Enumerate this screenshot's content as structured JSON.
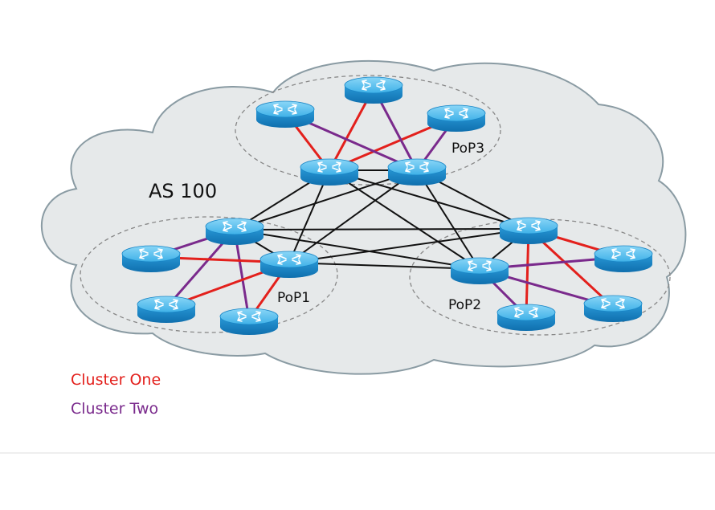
{
  "as_label": "AS 100",
  "pops": [
    {
      "id": "pop1",
      "label": "PoP1"
    },
    {
      "id": "pop2",
      "label": "PoP2"
    },
    {
      "id": "pop3",
      "label": "PoP3"
    }
  ],
  "legend": {
    "cluster_one": {
      "label": "Cluster One",
      "color": "#e3201c"
    },
    "cluster_two": {
      "label": "Cluster Two",
      "color": "#7a2a8c"
    }
  },
  "colors": {
    "cloud_fill": "#e6e9ea",
    "cloud_stroke": "#8a9ba3",
    "mesh_link": "#111111",
    "router_body": "#1d8fd0",
    "router_top": "#5cc0ef"
  },
  "routers": [
    {
      "id": "r3a",
      "pop": "pop3",
      "role": "route-reflector"
    },
    {
      "id": "r3b",
      "pop": "pop3",
      "role": "route-reflector"
    },
    {
      "id": "r3c",
      "pop": "pop3",
      "role": "client"
    },
    {
      "id": "r3d",
      "pop": "pop3",
      "role": "client"
    },
    {
      "id": "r3e",
      "pop": "pop3",
      "role": "client"
    },
    {
      "id": "r1a",
      "pop": "pop1",
      "role": "route-reflector"
    },
    {
      "id": "r1b",
      "pop": "pop1",
      "role": "route-reflector"
    },
    {
      "id": "r1c",
      "pop": "pop1",
      "role": "client"
    },
    {
      "id": "r1d",
      "pop": "pop1",
      "role": "client"
    },
    {
      "id": "r1e",
      "pop": "pop1",
      "role": "client"
    },
    {
      "id": "r2a",
      "pop": "pop2",
      "role": "route-reflector"
    },
    {
      "id": "r2b",
      "pop": "pop2",
      "role": "route-reflector"
    },
    {
      "id": "r2c",
      "pop": "pop2",
      "role": "client"
    },
    {
      "id": "r2d",
      "pop": "pop2",
      "role": "client"
    },
    {
      "id": "r2e",
      "pop": "pop2",
      "role": "client"
    }
  ],
  "links": [
    {
      "from": "r3a",
      "to": "r3c",
      "cluster": "one"
    },
    {
      "from": "r3a",
      "to": "r3d",
      "cluster": "one"
    },
    {
      "from": "r3a",
      "to": "r3e",
      "cluster": "one"
    },
    {
      "from": "r3b",
      "to": "r3c",
      "cluster": "two"
    },
    {
      "from": "r3b",
      "to": "r3d",
      "cluster": "two"
    },
    {
      "from": "r3b",
      "to": "r3e",
      "cluster": "two"
    },
    {
      "from": "r1a",
      "to": "r1c",
      "cluster": "two"
    },
    {
      "from": "r1a",
      "to": "r1d",
      "cluster": "two"
    },
    {
      "from": "r1a",
      "to": "r1e",
      "cluster": "two"
    },
    {
      "from": "r1b",
      "to": "r1c",
      "cluster": "one"
    },
    {
      "from": "r1b",
      "to": "r1d",
      "cluster": "one"
    },
    {
      "from": "r1b",
      "to": "r1e",
      "cluster": "one"
    },
    {
      "from": "r2a",
      "to": "r2c",
      "cluster": "one"
    },
    {
      "from": "r2a",
      "to": "r2d",
      "cluster": "one"
    },
    {
      "from": "r2a",
      "to": "r2e",
      "cluster": "one"
    },
    {
      "from": "r2b",
      "to": "r2c",
      "cluster": "two"
    },
    {
      "from": "r2b",
      "to": "r2d",
      "cluster": "two"
    },
    {
      "from": "r2b",
      "to": "r2e",
      "cluster": "two"
    }
  ],
  "mesh": [
    "r3a",
    "r3b",
    "r1a",
    "r1b",
    "r2a",
    "r2b"
  ]
}
